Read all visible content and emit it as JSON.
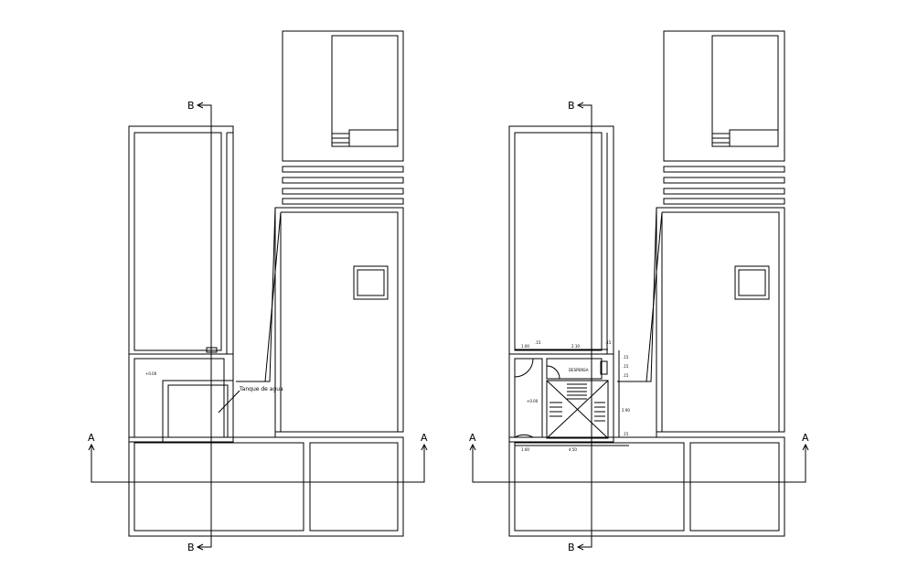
{
  "section_markers": {
    "a": "A",
    "b": "B"
  },
  "plans": [
    {
      "note": "Tanque de agua",
      "level_marks": [
        "+0.00"
      ]
    },
    {
      "dimensions": [
        "1.00",
        "2.10",
        ".15",
        ".15",
        "4.50",
        "1.00",
        ".15",
        ".15",
        ".15",
        "2.90",
        ".15"
      ],
      "room_labels": [
        "DESPENSA"
      ],
      "level_marks": [
        "+0.00"
      ]
    }
  ]
}
